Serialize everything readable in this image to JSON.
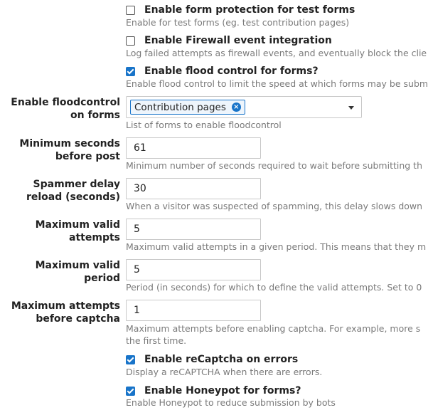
{
  "form_protection": {
    "label": "Enable form protection for test forms",
    "description": "Enable for test forms (eg. test contribution pages)",
    "checked": false
  },
  "firewall": {
    "label": "Enable Firewall event integration",
    "description": "Log failed attempts as firewall events, and eventually block the clie",
    "checked": false
  },
  "flood_control": {
    "label": "Enable flood control for forms?",
    "description": "Enable flood control to limit the speed at which forms may be subm",
    "checked": true
  },
  "floodcontrol_forms": {
    "label_line1": "Enable floodcontrol",
    "label_line2": "on forms",
    "token": "Contribution pages",
    "remove_icon": "×",
    "description": "List of forms to enable floodcontrol"
  },
  "min_seconds": {
    "label_line1": "Minimum seconds",
    "label_line2": "before post",
    "value": "61",
    "description": "Minimum number of seconds required to wait before submitting th"
  },
  "spammer_delay": {
    "label_line1": "Spammer delay",
    "label_line2": "reload (seconds)",
    "value": "30",
    "description": "When a visitor was suspected of spamming, this delay slows down"
  },
  "max_valid_attempts": {
    "label_line1": "Maximum valid",
    "label_line2": "attempts",
    "value": "5",
    "description": "Maximum valid attempts in a given period. This means that they m"
  },
  "max_valid_period": {
    "label_line1": "Maximum valid",
    "label_line2": "period",
    "value": "5",
    "description": "Period (in seconds) for which to define the valid attempts. Set to 0"
  },
  "max_attempts_captcha": {
    "label_line1": "Maximum attempts",
    "label_line2": "before captcha",
    "value": "1",
    "description_line1": "Maximum attempts before enabling captcha. For example, more s",
    "description_line2": "the first time."
  },
  "recaptcha": {
    "label": "Enable reCaptcha on errors",
    "description": "Display a reCAPTCHA when there are errors.",
    "checked": true
  },
  "honeypot": {
    "label": "Enable Honeypot for forms?",
    "description": "Enable Honeypot to reduce submission by bots",
    "checked": true
  }
}
